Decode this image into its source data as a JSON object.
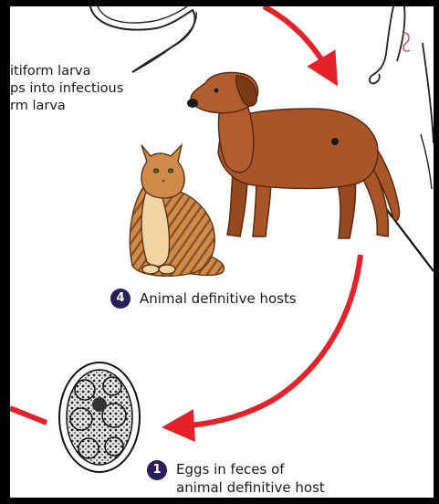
{
  "larva_caption": {
    "line1": "itiform larva",
    "line2": "ps into infectious",
    "line3": "rm larva"
  },
  "step4": {
    "number": "4",
    "label": "Animal definitive hosts"
  },
  "step1": {
    "number": "1",
    "line1": "Eggs in feces of",
    "line2": "animal definitive host"
  },
  "colors": {
    "arrow": "#e4222a",
    "badge": "#2c1e5c",
    "dog": "#a8552a",
    "cat": "#d08b4b"
  },
  "icons": [
    "larva-icon",
    "human-figure-icon",
    "dog-icon",
    "cat-icon",
    "egg-icon"
  ]
}
